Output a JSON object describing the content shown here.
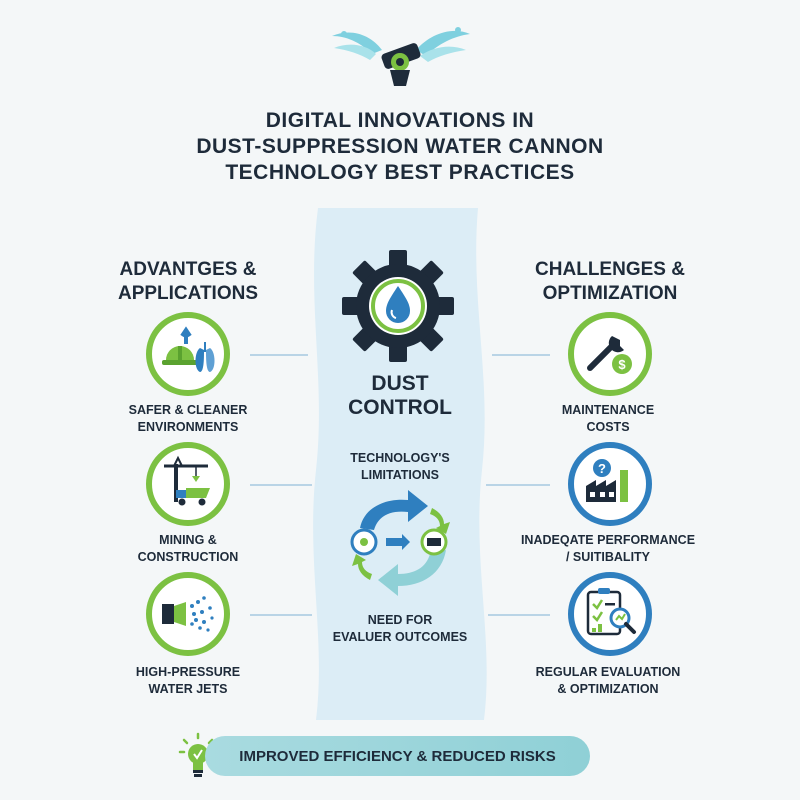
{
  "title_lines": [
    "DIGITAL INNOVATIONS IN",
    "DUST-SUPPRESSION WATER CANNON",
    "TECHNOLOGY BEST PRACTICES"
  ],
  "left": {
    "heading_lines": [
      "ADVANTGES &",
      "APPLICATIONS"
    ],
    "items": [
      {
        "lines": [
          "SAFER & CLEANER",
          "ENVIRONMENTS"
        ],
        "icon": "worker-helmet-lungs-icon"
      },
      {
        "lines": [
          "MINING &",
          "CONSTRUCTION"
        ],
        "icon": "crane-truck-icon"
      },
      {
        "lines": [
          "HIGH-PRESSURE",
          "WATER JETS"
        ],
        "icon": "water-jet-nozzle-icon"
      }
    ]
  },
  "right": {
    "heading_lines": [
      "CHALLENGES &",
      "OPTIMIZATION"
    ],
    "items": [
      {
        "lines": [
          "MAINTENANCE",
          "COSTS"
        ],
        "icon": "wrench-dollar-icon"
      },
      {
        "lines": [
          "INADEQATE PERFORMANCE",
          "/ SUITIBALITY"
        ],
        "icon": "factory-question-icon"
      },
      {
        "lines": [
          "REGULAR EVALUATION",
          "& OPTIMIZATION"
        ],
        "icon": "clipboard-chart-magnifier-icon"
      }
    ]
  },
  "center": {
    "heading_lines": [
      "DUST",
      "CONTROL"
    ],
    "upper_lines": [
      "TECHNOLOGY'S",
      "LIMITATIONS"
    ],
    "lower_lines": [
      "NEED FOR",
      "EVALUER OUTCOMES"
    ],
    "icon": "gear-water-drop-icon"
  },
  "banner": {
    "text": "IMPROVED EFFICIENCY & REDUCED RISKS",
    "icon": "lightbulb-icon"
  },
  "colors": {
    "green": "#7cc142",
    "blue": "#2f7fbf",
    "dark": "#1e2b3a",
    "teal": "#8fd0d6",
    "light_blue_band": "#dcedf6"
  }
}
